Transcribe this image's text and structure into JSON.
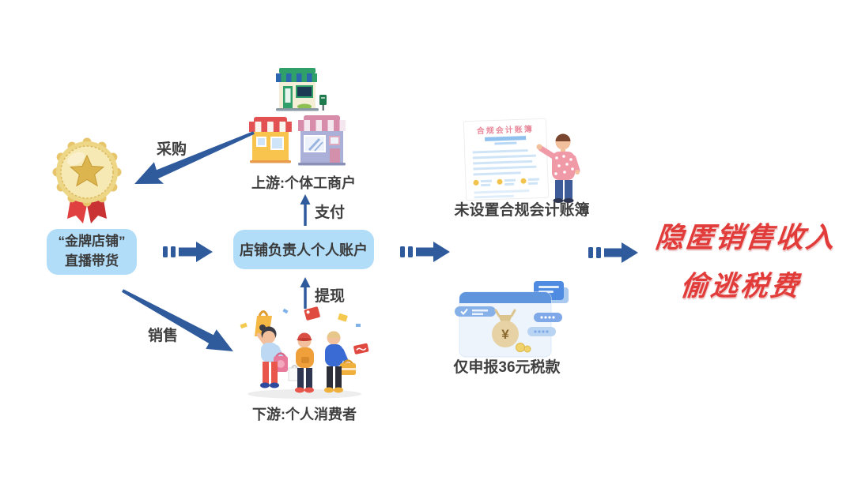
{
  "title": "隐匿销售收入偷逃税费流程图",
  "colors": {
    "background": "#ffffff",
    "arrow_blue": "#2f5b9d",
    "node_fill": "#b2ddf9",
    "label_gray": "#3f3f3f",
    "alert_red": "#e23c3a"
  },
  "nodes": {
    "gold_shop": {
      "line1": "“金牌店铺”",
      "line2": "直播带货",
      "icon": "gold-medal-icon"
    },
    "upstream": {
      "label": "上游:个体工商户",
      "icon": "storefronts-icon"
    },
    "account": {
      "label": "店铺负责人个人账户"
    },
    "downstream": {
      "label": "下游:个人消费者",
      "icon": "shoppers-icon"
    },
    "no_books": {
      "label": "未设置合规会计账簿",
      "doc_title": "合规会计账簿",
      "icon": "accounting-ledger-icon"
    },
    "tax_declared": {
      "label": "仅申报36元税款",
      "currency_symbol": "¥",
      "icon": "money-bag-icon"
    },
    "conclusion": {
      "line1": "隐匿销售收入",
      "line2": "偷逃税费"
    }
  },
  "edges": {
    "procurement": {
      "label": "采购"
    },
    "payment": {
      "label": "支付"
    },
    "withdrawal": {
      "label": "提现"
    },
    "sales": {
      "label": "销售"
    }
  }
}
